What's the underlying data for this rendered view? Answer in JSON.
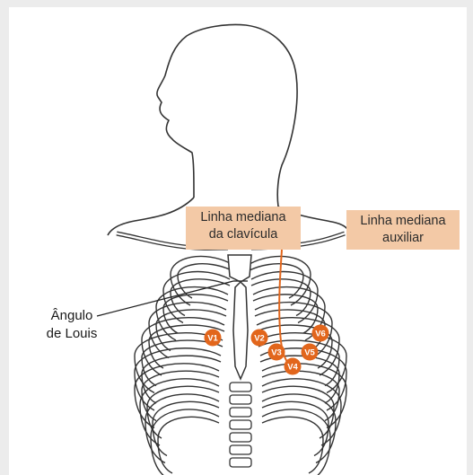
{
  "labels": {
    "clavicle_line": [
      "Linha mediana",
      "da clavícula"
    ],
    "axillary_line": [
      "Linha mediana",
      "auxiliar"
    ],
    "louis_angle": [
      "Ângulo",
      "de Louis"
    ]
  },
  "leads": [
    "V1",
    "V2",
    "V3",
    "V4",
    "V5",
    "V6"
  ],
  "colors": {
    "lead_marker": "#e2661c",
    "callout_fill": "#f3c9a6",
    "outline": "#333333"
  }
}
